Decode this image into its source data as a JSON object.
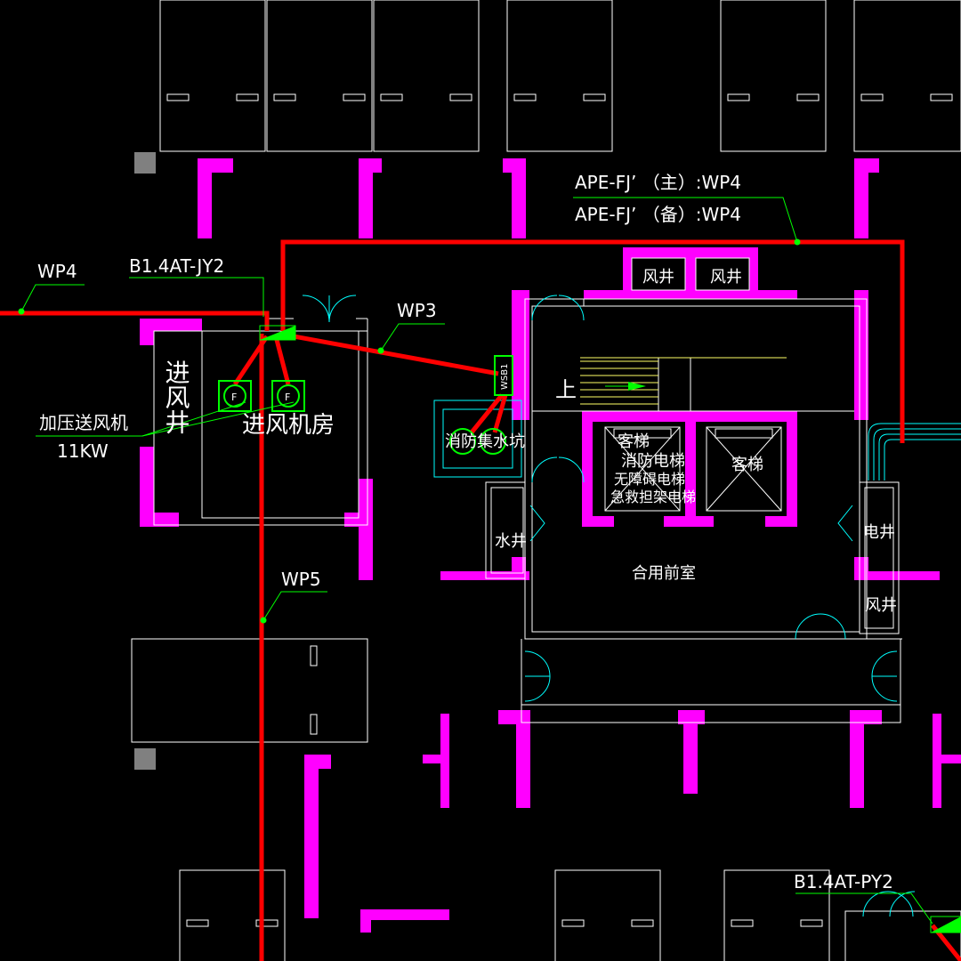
{
  "colors": {
    "background": "#000000",
    "wall": "#ff00ff",
    "cable": "#ff0000",
    "leader": "#00ff00",
    "outline": "#ffffff",
    "duct": "#00ffff",
    "panel": "#808080"
  },
  "labels": {
    "wp4_left": "WP4",
    "panel_jy2": "B1.4AT-JY2",
    "wp3": "WP3",
    "ape_main": "APE-FJ’ （主）:WP4",
    "ape_backup": "APE-FJ’ （备）:WP4",
    "fan_name": "加压送风机",
    "fan_power": "11KW",
    "fan_mark": "F",
    "inlet_shaft": "进风井",
    "intake_room": "进风机房",
    "shaft_1": "风井",
    "shaft_2": "风井",
    "stair_up": "上",
    "wsb1": "WSB1",
    "sump": "消防集水坑",
    "passenger_lift_1": "客梯",
    "fire_lift": "消防电梯",
    "accessible_lift": "无障碍电梯",
    "stretcher_lift": "急救担架电梯",
    "passenger_lift_2": "客梯",
    "water_shaft": "水井",
    "elec_shaft": "电井",
    "shaft_3": "风井",
    "lobby": "合用前室",
    "wp5": "WP5",
    "panel_py2": "B1.4AT-PY2"
  }
}
